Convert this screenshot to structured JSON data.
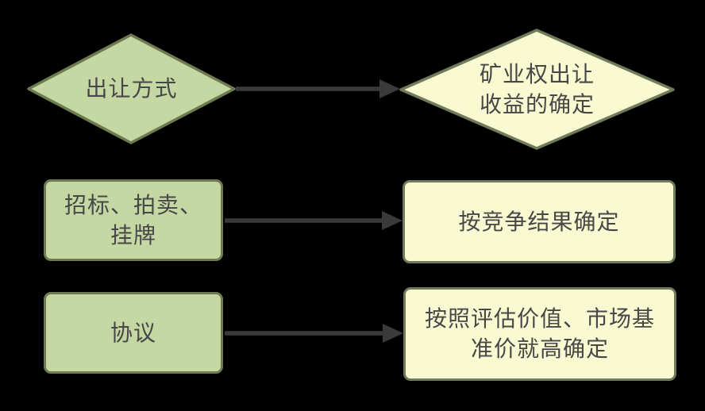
{
  "colors": {
    "canvas_bg": "#000000",
    "green_fill": "#c5d7a3",
    "green_border": "#6e7b51",
    "yellow_fill": "#fafad2",
    "yellow_border": "#6f7b5a",
    "arrow_color": "#3a3a3a",
    "text_color": "#474747"
  },
  "nodes": {
    "source_diamond": {
      "label": "出让方式"
    },
    "target_diamond": {
      "label": "矿业权出让\n收益的确定"
    },
    "method_competitive": {
      "label": "招标、拍卖、\n挂牌"
    },
    "result_competitive": {
      "label": "按竞争结果确定"
    },
    "method_agreement": {
      "label": "协议"
    },
    "result_agreement": {
      "label": "按照评估价值、市场基\n准价就高确定"
    }
  }
}
